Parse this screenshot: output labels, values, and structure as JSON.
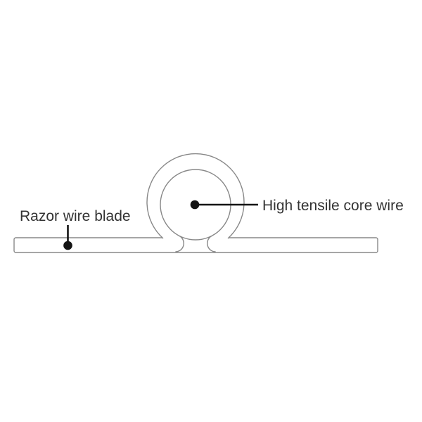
{
  "diagram": {
    "type": "technical-cross-section",
    "subject": "razor wire profile",
    "labels": {
      "blade": "Razor wire blade",
      "core": "High tensile core wire"
    },
    "colors": {
      "background": "#ffffff",
      "outline_stroke": "#888888",
      "leader_line": "#141414",
      "marker_dot": "#141414",
      "label_text": "#333333"
    }
  }
}
